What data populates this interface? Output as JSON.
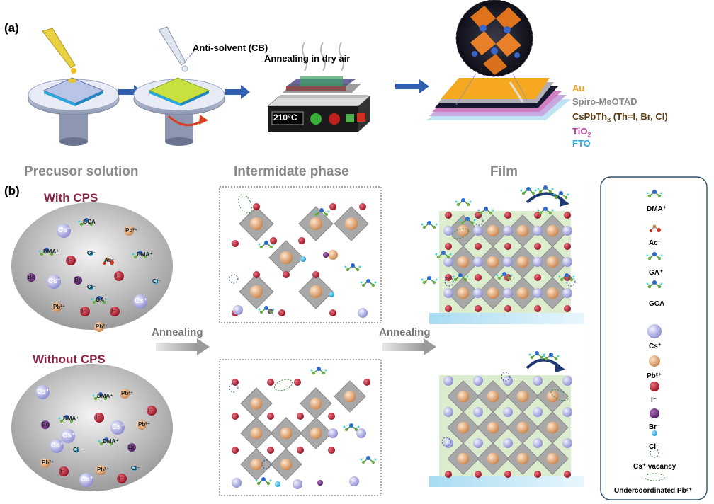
{
  "panel_a": {
    "label": "(a)",
    "anti_solvent": "Anti-solvent (CB)",
    "annealing_air": "Annealing in dry air",
    "hotplate_display": "210°C",
    "layers": {
      "au": "Au",
      "spiro": "Spiro-MeOTAD",
      "perovskite_main": "CsPbTh",
      "perovskite_sub": "3",
      "perovskite_tail": " (Th=I, Br, Cl)",
      "tio2_main": "TiO",
      "tio2_sub": "2",
      "fto": "FTO"
    }
  },
  "panel_b": {
    "label": "(b)",
    "headers": {
      "precursor": "Precusor solution",
      "intermediate": "Intermidate phase",
      "film": "Film"
    },
    "with_cps": "With CPS",
    "without_cps": "Without CPS",
    "annealing_1": "Annealing",
    "annealing_2": "Annealing",
    "ellipse_top_labels": [
      "Cs⁺",
      "GCA",
      "Pb²⁺",
      "DMA⁺",
      "I⁻",
      "Cl⁻",
      "Ac⁻",
      "DMA⁺",
      "Br",
      "Cs⁺",
      "Br",
      "Cl⁻",
      "I⁻",
      "Cl⁻",
      "GA⁺",
      "Pb²⁺",
      "I⁻",
      "I⁻",
      "Cs⁺",
      "Pb²⁺"
    ],
    "ellipse_bottom_labels": [
      "Cs⁺",
      "DMA⁺",
      "Pb²⁺",
      "DMA⁺",
      "I⁻",
      "Br",
      "Cs⁺",
      "Pb²⁺",
      "I⁻",
      "Cs⁺",
      "Cl⁻",
      "DMA⁺",
      "Br",
      "Cs⁺",
      "Pb²⁺",
      "Pb²⁺",
      "I⁻",
      "Cl⁻",
      "Cs⁺",
      "I⁻"
    ]
  },
  "legend": {
    "items": [
      "DMA⁺",
      "Ac⁻",
      "GA⁺",
      "GCA",
      "Cs⁺",
      "Pb²⁺",
      "I⁻",
      "Br⁻",
      "Cl⁻",
      "Cs⁺ vacancy",
      "Undercoordinated Pb²⁺"
    ]
  },
  "colors": {
    "arrow_blue": "#2f5fae",
    "maroon": "#8b2346",
    "header_gray": "#8a8a8a",
    "au_orange": "#f0a020",
    "tio2_magenta": "#c040a0",
    "fto_cyan": "#2aa8e0",
    "octa_gray": "#a8a8a8",
    "iodide_red": "#b51d2c",
    "lead_peach": "#e6a878",
    "cesium_lavender": "#a8a8e0",
    "bromide_purple": "#6a2c80",
    "chloride_cyan": "#2cb8e8",
    "film_green": "#dceccf",
    "substrate_blue": "#bfe3f2"
  }
}
